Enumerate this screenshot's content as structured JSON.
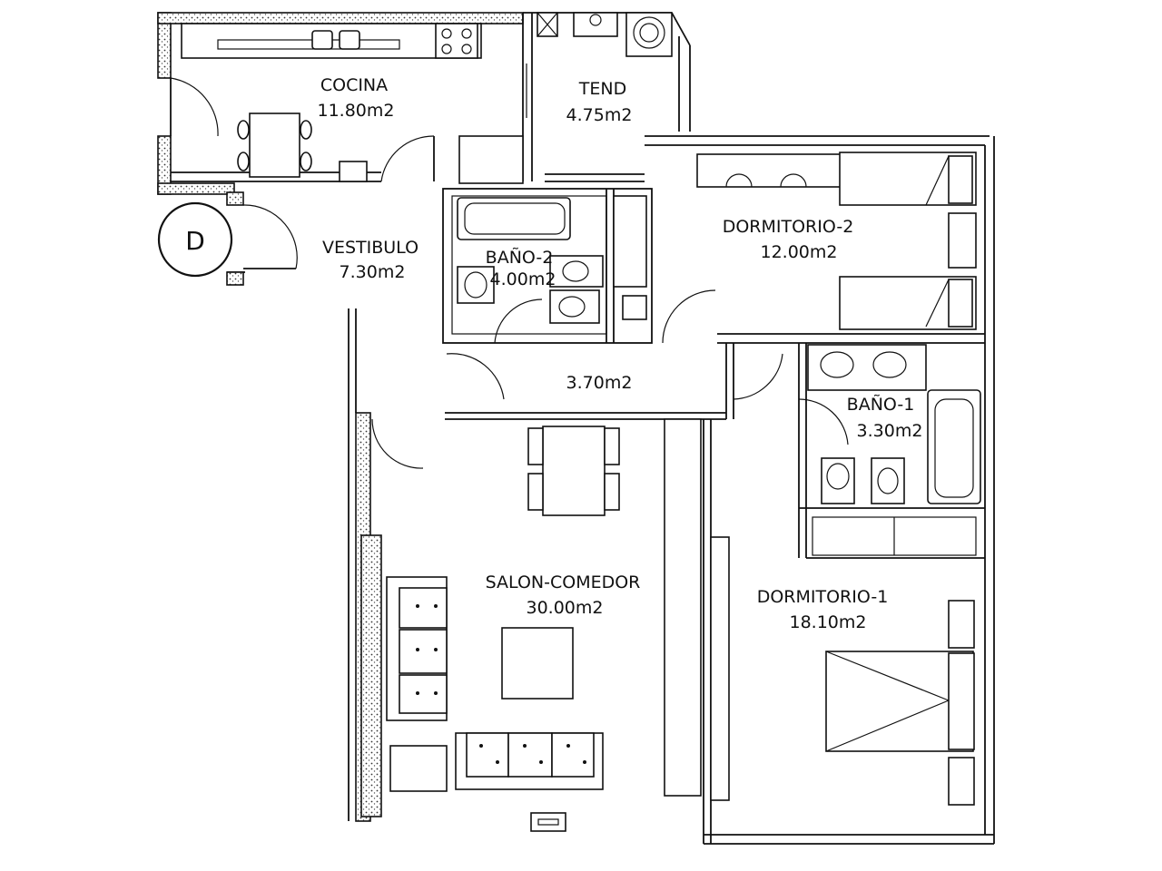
{
  "unit": {
    "letter": "D"
  },
  "rooms": [
    {
      "id": "cocina",
      "name": "COCINA",
      "area": "11.80m2"
    },
    {
      "id": "tend",
      "name": "TEND",
      "area": "4.75m2"
    },
    {
      "id": "vestibulo",
      "name": "VESTIBULO",
      "area": "7.30m2"
    },
    {
      "id": "bano2",
      "name": "BAÑO-2",
      "area": "4.00m2"
    },
    {
      "id": "dormitorio2",
      "name": "DORMITORIO-2",
      "area": "12.00m2"
    },
    {
      "id": "pasillo",
      "name": "",
      "area": "3.70m2"
    },
    {
      "id": "bano1",
      "name": "BAÑO-1",
      "area": "3.30m2"
    },
    {
      "id": "salon",
      "name": "SALON-COMEDOR",
      "area": "30.00m2"
    },
    {
      "id": "dormitorio1",
      "name": "DORMITORIO-1",
      "area": "18.10m2"
    }
  ]
}
